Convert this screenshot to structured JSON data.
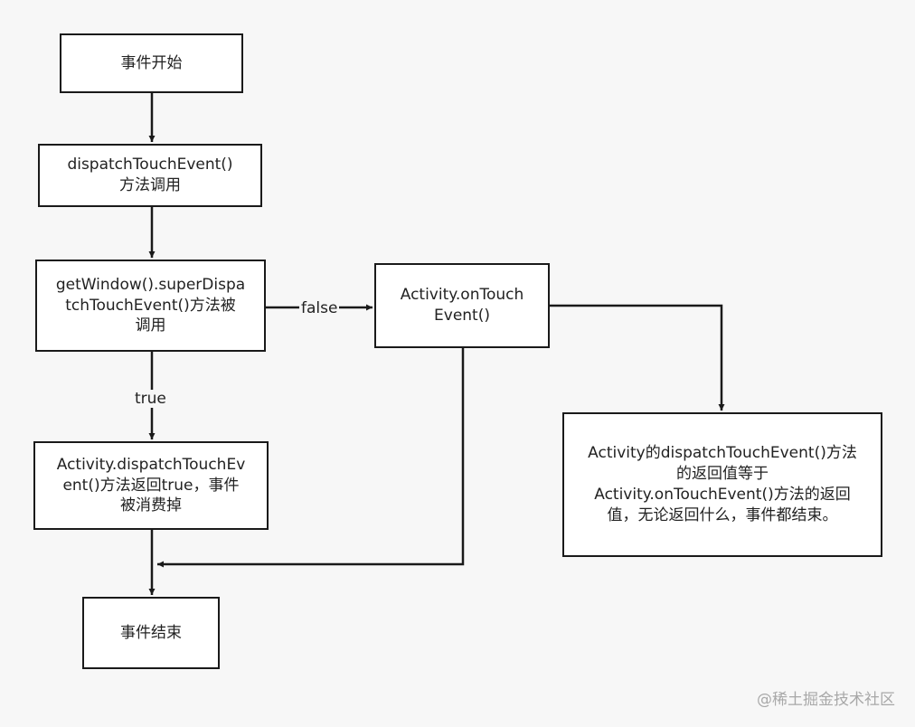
{
  "nodes": {
    "start": {
      "lines": [
        "事件开始"
      ]
    },
    "dispatch": {
      "lines": [
        "dispatchTouchEvent()",
        "方法调用"
      ]
    },
    "super_dispatch": {
      "lines": [
        "getWindow().superDispa",
        "tchTouchEvent()方法被",
        "调用"
      ]
    },
    "on_touch": {
      "lines": [
        "Activity.onTouch",
        "Event()"
      ]
    },
    "consumed": {
      "lines": [
        "Activity.dispatchTouchEv",
        "ent()方法返回true，事件",
        "被消费掉"
      ]
    },
    "note": {
      "lines": [
        "Activity的dispatchTouchEvent()方法",
        "的返回值等于",
        "Activity.onTouchEvent()方法的返回",
        "值，无论返回什么，事件都结束。"
      ]
    },
    "end": {
      "lines": [
        "事件结束"
      ]
    }
  },
  "edge_labels": {
    "false": "false",
    "true": "true"
  },
  "watermark": "@稀土掘金技术社区",
  "colors": {
    "background": "#f7f7f7",
    "stroke": "#1a1a1a",
    "node_fill": "#ffffff",
    "text": "#222222",
    "watermark": "#a8a8a8"
  }
}
